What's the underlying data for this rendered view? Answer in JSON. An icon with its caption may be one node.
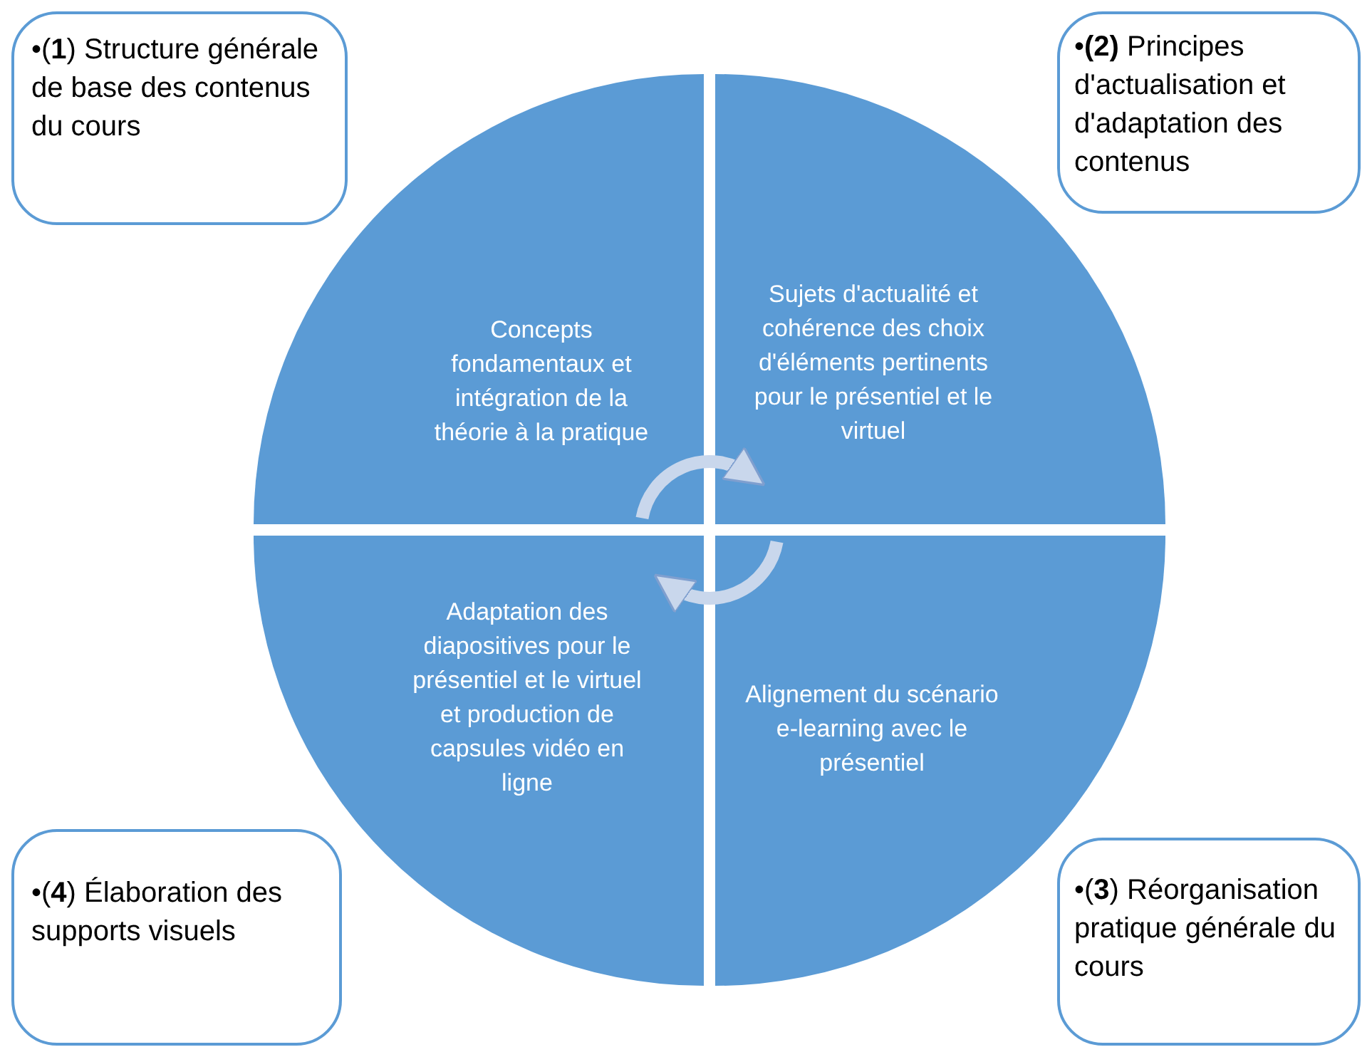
{
  "diagram": {
    "nodes": [
      {
        "text": [
          "•(**1**) Structure générale de base des contenus du cours"
        ]
      },
      {
        "text": [
          "•**(2)** Principes d'actualisation et d'adaptation des contenus"
        ]
      },
      {
        "text": [
          "Concepts fondamentaux et intégration de la théorie à la pratique"
        ]
      },
      {
        "text": [
          "Sujets d'actualité et cohérence des choix d'éléments pertinents pour le présentiel et le virtuel"
        ]
      },
      {
        "text": [
          "Adaptation des diapositives pour le présentiel et le virtuel et production de capsules vidéo en ligne"
        ]
      },
      {
        "text": [
          "Alignement du scénario e-learning avec le présentiel"
        ]
      },
      {
        "text": [
          "•(**4**) Élaboration des supports visuels"
        ]
      },
      {
        "text": [
          "•(**3**) Réorganisation pratique générale du cours"
        ]
      }
    ],
    "edges": [
      {
        "from": 2,
        "to": 3,
        "arrow": "to"
      },
      {
        "from": 5,
        "to": 4,
        "arrow": "to"
      }
    ]
  }
}
